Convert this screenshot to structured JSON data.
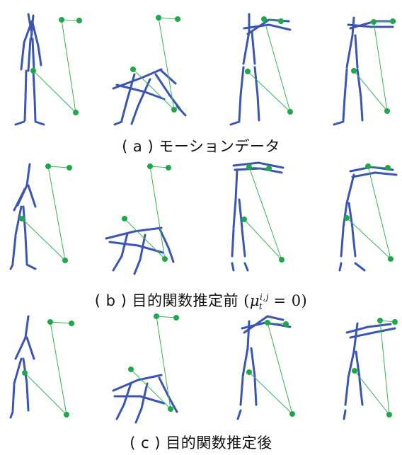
{
  "figure": {
    "captions": {
      "a": "( a ) モーションデータ",
      "b_prefix": "( b ) 目的関数推定前",
      "b_math_open": "(",
      "b_math_mu": "μ",
      "b_math_sup": "i,j",
      "b_math_sub": "t",
      "b_math_rest": " = 0)",
      "c": "( c ) 目的関数推定後"
    },
    "colors": {
      "skeleton": "#3b55b6",
      "skeleton_light": "#7f91d6",
      "marker": "#1fa84a",
      "marker_line": "#38b454",
      "caption": "#111111"
    }
  }
}
